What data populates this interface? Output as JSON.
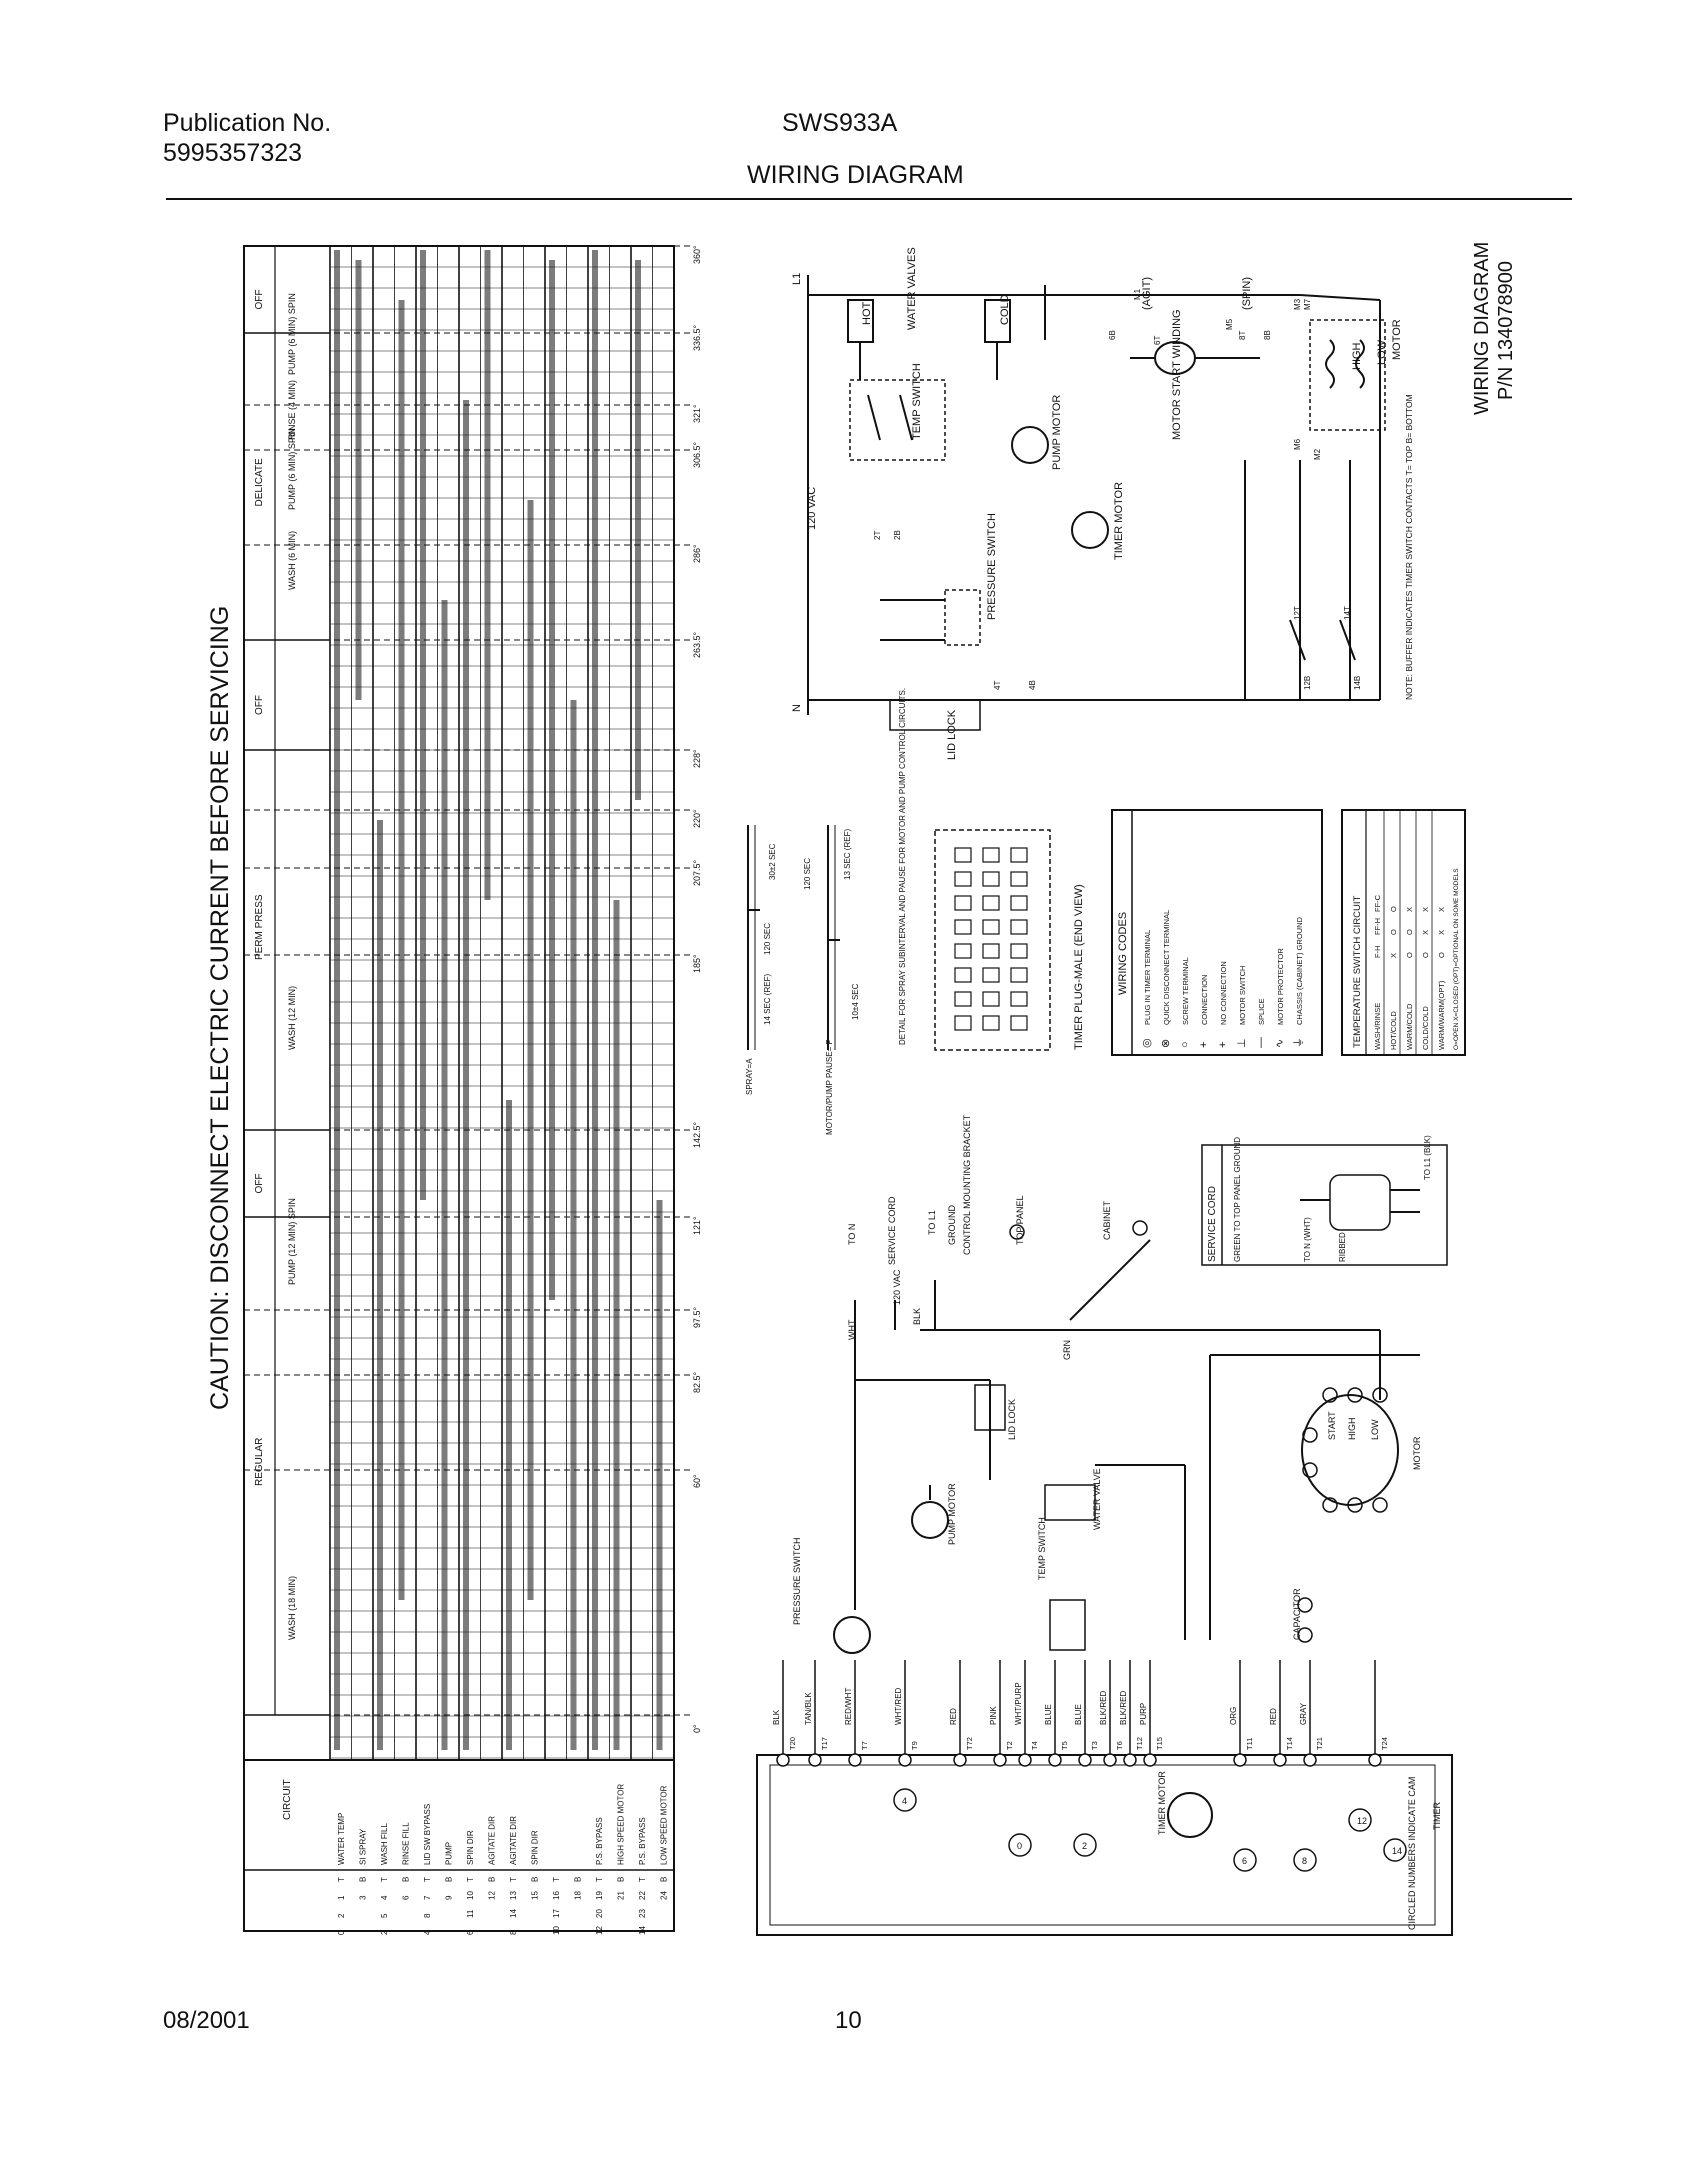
{
  "header": {
    "publication_label": "Publication No.",
    "publication_number": "5995357323",
    "model": "SWS933A",
    "title": "WIRING DIAGRAM"
  },
  "footer": {
    "date": "08/2001",
    "page": "10"
  },
  "timer_chart": {
    "caution": "CAUTION: DISCONNECT ELECTRIC CURRENT BEFORE SERVICING",
    "cycles": [
      "OFF",
      "DELICATE",
      "OFF",
      "PERM PRESS",
      "OFF",
      "REGULAR"
    ],
    "steps": [
      "WASH (6 MIN)",
      "PUMP (6 MIN) SPIN",
      "RINSE (4 MIN)",
      "PUMP (6 MIN) SPIN",
      "WASH (12 MIN)",
      "PUMP (12 MIN) SPIN",
      "WASH (18 MIN)"
    ],
    "degrees": [
      "360°",
      "336.5°",
      "321°",
      "306.5°",
      "286°",
      "263.5°",
      "228°",
      "220°",
      "207.5°",
      "185°",
      "142.5°",
      "121°",
      "97.5°",
      "82.5°",
      "60°",
      "0°"
    ],
    "circuit_header": "CIRCUIT",
    "circuits": [
      {
        "cam": "0",
        "n": "2",
        "t": "1",
        "b": "T",
        "name": "WATER TEMP"
      },
      {
        "cam": "",
        "n": "",
        "t": "3",
        "b": "B",
        "name": "SI SPRAY"
      },
      {
        "cam": "2",
        "n": "5",
        "t": "4",
        "b": "T",
        "name": "WASH FILL"
      },
      {
        "cam": "",
        "n": "",
        "t": "6",
        "b": "B",
        "name": "RINSE FILL"
      },
      {
        "cam": "4",
        "n": "8",
        "t": "7",
        "b": "T",
        "name": "LID SW BYPASS"
      },
      {
        "cam": "",
        "n": "",
        "t": "9",
        "b": "B",
        "name": "PUMP"
      },
      {
        "cam": "6",
        "n": "11",
        "t": "10",
        "b": "T",
        "name": "SPIN DIR"
      },
      {
        "cam": "",
        "n": "",
        "t": "12",
        "b": "B",
        "name": "AGITATE DIR"
      },
      {
        "cam": "8",
        "n": "14",
        "t": "13",
        "b": "T",
        "name": "AGITATE DIR"
      },
      {
        "cam": "",
        "n": "",
        "t": "15",
        "b": "B",
        "name": "SPIN DIR"
      },
      {
        "cam": "10",
        "n": "17",
        "t": "16",
        "b": "T",
        "name": ""
      },
      {
        "cam": "",
        "n": "",
        "t": "18",
        "b": "B",
        "name": ""
      },
      {
        "cam": "12",
        "n": "20",
        "t": "19",
        "b": "T",
        "name": "P.S. BYPASS"
      },
      {
        "cam": "",
        "n": "",
        "t": "21",
        "b": "B",
        "name": "HIGH SPEED MOTOR"
      },
      {
        "cam": "14",
        "n": "23",
        "t": "22",
        "b": "T",
        "name": "P.S. BYPASS"
      },
      {
        "cam": "",
        "n": "",
        "t": "24",
        "b": "B",
        "name": "LOW SPEED MOTOR"
      }
    ]
  },
  "schematic": {
    "title": "WIRING DIAGRAM",
    "part_number": "P/N 134078900",
    "labels": [
      "L1",
      "N",
      "120 VAC",
      "WATER VALVES",
      "HOT",
      "COLD",
      "TEMP SWITCH",
      "PUMP MOTOR",
      "TIMER MOTOR",
      "PRESSURE SWITCH",
      "LID LOCK",
      "MOTOR START WINDING",
      "MOTOR",
      "HIGH",
      "LOW",
      "(AGIT)",
      "(SPIN)"
    ],
    "note": "NOTE: BUFFER INDICATES TIMER SWITCH CONTACTS T= TOP B= BOTTOM",
    "terminals": [
      "M1",
      "M2",
      "M3",
      "M5",
      "M6",
      "M7",
      "6T",
      "6B",
      "8T",
      "8B",
      "2T",
      "2B",
      "4T",
      "4B",
      "12T",
      "12B",
      "14T",
      "14B"
    ]
  },
  "detail": {
    "spray_label": "SPRAY=A",
    "pause_label": "MOTOR/PUMP PAUSE= P",
    "timings": [
      "14 SEC (REF)",
      "120 SEC",
      "30±2 SEC",
      "120 SEC",
      "13 SEC (REF)",
      "10±4 SEC"
    ],
    "detail_note": "DETAIL FOR SPRAY SUBINTERVAL AND PAUSE FOR MOTOR AND PUMP CONTROL CIRCUITS.",
    "plug_label": "TIMER PLUG-MALE (END VIEW)"
  },
  "wiring_codes": {
    "title": "WIRING CODES",
    "items": [
      "PLUG IN TIMER TERMINAL",
      "QUICK DISCONNECT TERMINAL",
      "SCREW TERMINAL",
      "CONNECTION",
      "NO CONNECTION",
      "MOTOR SWITCH",
      "SPLICE",
      "MOTOR PROTECTOR",
      "CHASSIS (CABINET) GROUND"
    ]
  },
  "temp_switch_table": {
    "title": "TEMPERATURE SWITCH CIRCUIT",
    "columns": [
      "WASH/RINSE",
      "F-H",
      "FF-H",
      "FF-C"
    ],
    "rows": [
      [
        "HOT/COLD",
        "X",
        "O",
        "O"
      ],
      [
        "WARM/COLD",
        "O",
        "O",
        "X"
      ],
      [
        "COLD/COLD",
        "O",
        "X",
        "X"
      ],
      [
        "WARM/WARM(OPT)",
        "O",
        "X",
        "X"
      ]
    ],
    "legend": "O=OPEN X=CLOSED (OPT)=OPTIONAL ON SOME MODELS"
  },
  "service_cord": {
    "title": "SERVICE CORD",
    "labels": [
      "GREEN TO TOP PANEL GROUND",
      "TO L1 (BLK)",
      "TO N (WHT)",
      "RIBBED"
    ]
  },
  "pictorial": {
    "labels": [
      "TO N",
      "SERVICE CORD",
      "TO L1",
      "GROUND",
      "120 VAC",
      "CONTROL MOUNTING BRACKET",
      "TOP PANEL",
      "CABINET",
      "GRN",
      "WHT",
      "BLK",
      "LID LOCK",
      "PUMP MOTOR",
      "WATER VALVE",
      "TEMP SWITCH",
      "PRESSURE SWITCH",
      "CAPACITOR",
      "MOTOR",
      "START",
      "HIGH",
      "LOW",
      "TIMER",
      "TIMER MOTOR",
      "CIRCLED NUMBERS INDICATE CAM"
    ],
    "wire_colors": [
      "BLK",
      "TAN/BLK",
      "RED/WHT",
      "WHT/RED",
      "RED",
      "PINK",
      "WHT/PURP",
      "BLUE",
      "BLUE",
      "BLK/RED",
      "BLK/RED",
      "PURP",
      "ORG",
      "RED",
      "GRAY"
    ],
    "timer_terminals": [
      "T20",
      "T17",
      "T7",
      "T9",
      "T72",
      "T2",
      "T4",
      "T5",
      "T3",
      "T6",
      "T12",
      "T15",
      "T11",
      "T14",
      "T21",
      "T24"
    ]
  }
}
